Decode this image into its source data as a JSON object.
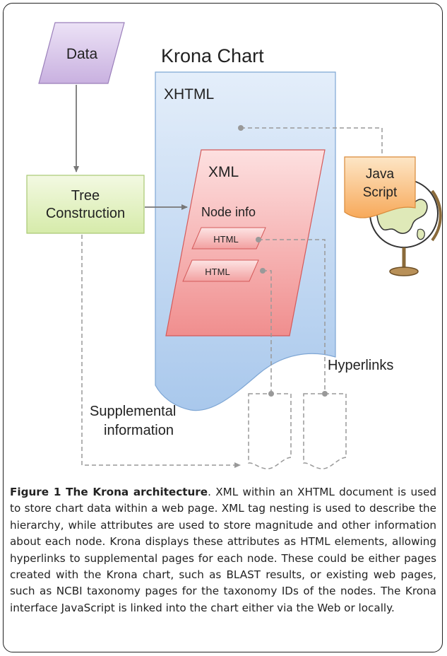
{
  "diagram": {
    "title": "Krona Chart",
    "data": "Data",
    "xhtml": "XHTML",
    "xml": "XML",
    "node_info": "Node info",
    "html_1": "HTML",
    "html_2": "HTML",
    "tree_line1": "Tree",
    "tree_line2": "Construction",
    "js_line1": "Java",
    "js_line2": "Script",
    "hyperlinks": "Hyperlinks",
    "supp_line1": "Supplemental",
    "supp_line2": "information"
  },
  "caption": {
    "label": "Figure 1 The Krona architecture",
    "text": ". XML within an XHTML document is used to store chart data within a web page. XML tag nesting is used to describe the hierarchy, while attributes are used to store magnitude and other information about each node. Krona displays these attributes as HTML elements, allowing hyperlinks to supplemental pages for each node. These could be either pages created with the Krona chart, such as BLAST results, or existing web pages, such as NCBI taxonomy pages for the taxonomy IDs of the nodes. The Krona interface JavaScript is linked into the chart either via the Web or locally."
  },
  "colors": {
    "data_fill": "#d9c6ea",
    "tree_fill": "#e6f3c6",
    "xhtml_fill": "#c3d9f2",
    "xml_fill": "#f5b3b3",
    "js_fill": "#fbc98f",
    "connector": "#888888"
  }
}
